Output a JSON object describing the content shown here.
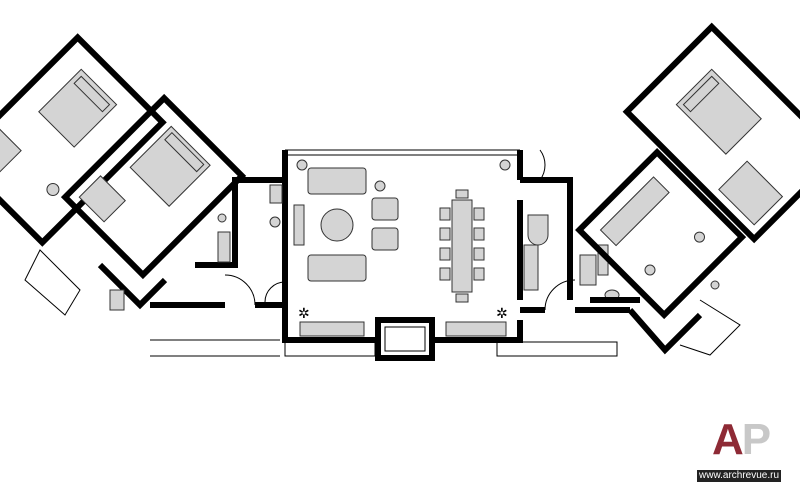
{
  "plan": {
    "type": "apartment floor plan",
    "wall_color": "#000000",
    "furniture_color": "#d4d4d4"
  },
  "watermark": {
    "logo_letter_a": "A",
    "logo_letter_p": "P",
    "logo_a_color": "#8e2a35",
    "logo_p_color": "#c8c8c8",
    "url": "www.archrevue.ru"
  }
}
